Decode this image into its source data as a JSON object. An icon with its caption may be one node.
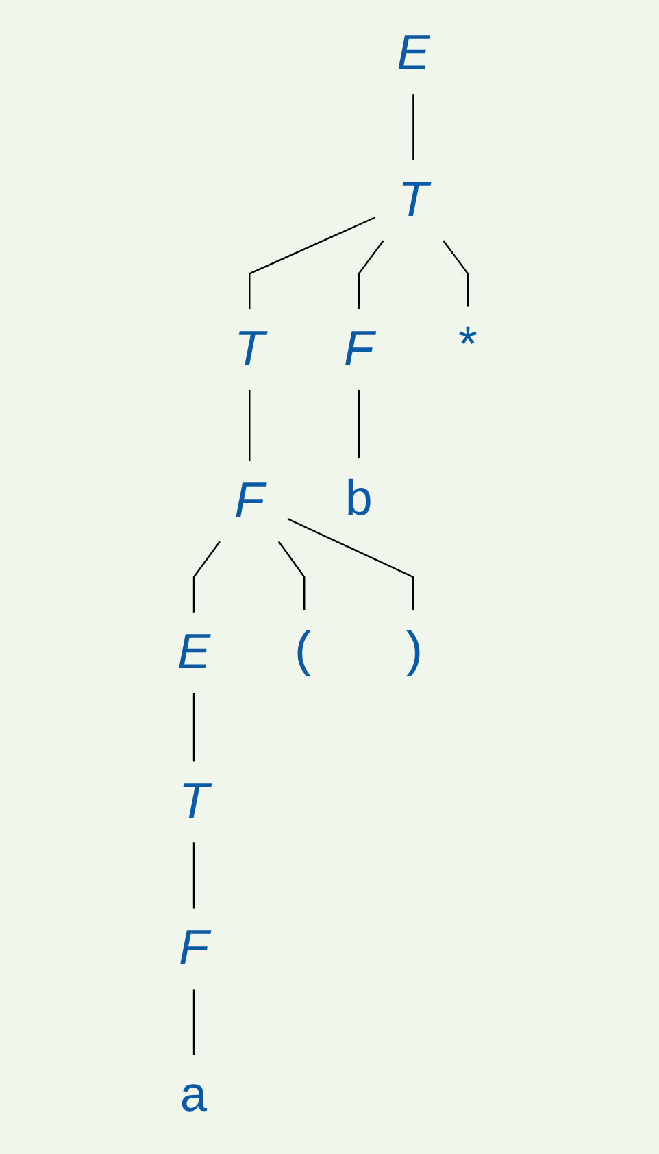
{
  "diagram": {
    "nodes": [
      {
        "text": [
          "E"
        ]
      },
      {
        "text": [
          "T"
        ]
      },
      {
        "text": [
          "T"
        ]
      },
      {
        "text": [
          "F"
        ]
      },
      {
        "text": [
          "F"
        ]
      },
      {
        "text": [
          "E"
        ]
      },
      {
        "text": [
          "T"
        ]
      },
      {
        "text": [
          "F"
        ]
      },
      {
        "text": [
          "("
        ]
      },
      {
        "text": [
          "a"
        ]
      },
      {
        "text": [
          ")"
        ]
      },
      {
        "text": [
          "*"
        ]
      },
      {
        "text": [
          "b"
        ]
      }
    ],
    "edges": [
      {
        "from": 0,
        "to": 1,
        "arrow": "none"
      },
      {
        "from": 1,
        "to": 2,
        "arrow": "none"
      },
      {
        "from": 1,
        "to": 11,
        "arrow": "none"
      },
      {
        "from": 1,
        "to": 3,
        "arrow": "none"
      },
      {
        "from": 2,
        "to": 4,
        "arrow": "none"
      },
      {
        "from": 4,
        "to": 8,
        "arrow": "none"
      },
      {
        "from": 4,
        "to": 5,
        "arrow": "none"
      },
      {
        "from": 4,
        "to": 10,
        "arrow": "none"
      },
      {
        "from": 5,
        "to": 6,
        "arrow": "none"
      },
      {
        "from": 6,
        "to": 7,
        "arrow": "none"
      },
      {
        "from": 7,
        "to": 9,
        "arrow": "none"
      },
      {
        "from": 3,
        "to": 12,
        "arrow": "none"
      }
    ]
  }
}
